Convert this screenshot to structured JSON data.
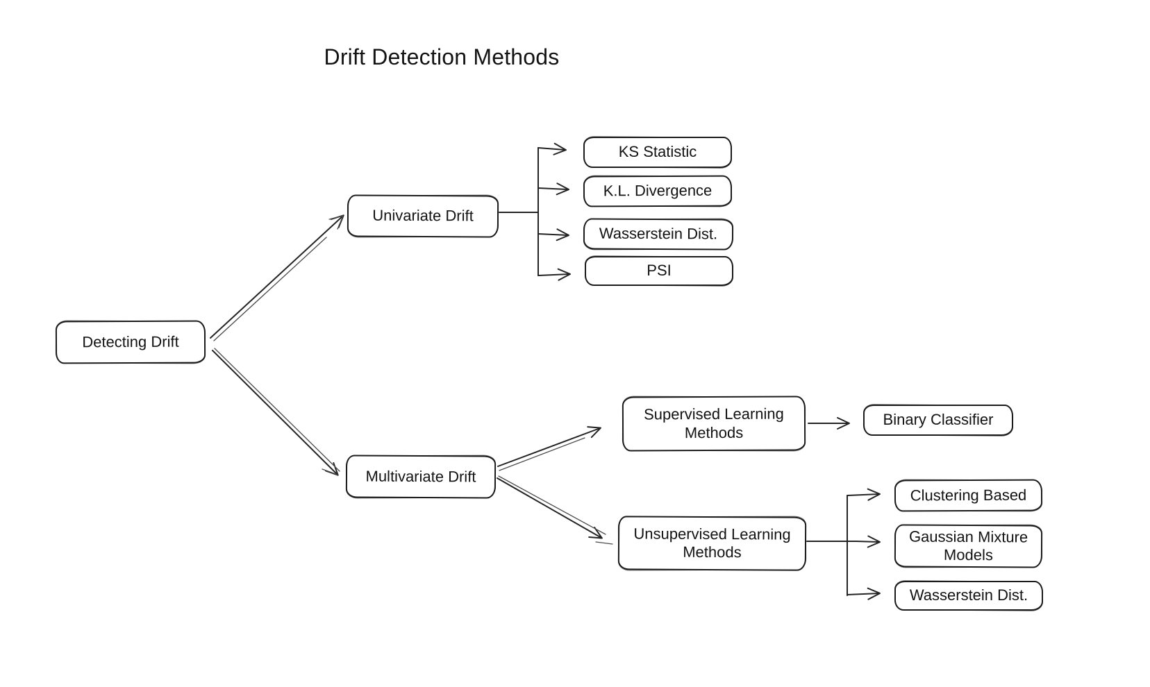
{
  "title": "Drift Detection Methods",
  "diagram_type": "flowchart-tree",
  "colors": {
    "background": "#ffffff",
    "stroke": "#1c1c1c",
    "text": "#121212"
  },
  "nodes": {
    "detecting_drift": {
      "label": "Detecting Drift"
    },
    "univariate_drift": {
      "label": "Univariate Drift"
    },
    "ks_statistic": {
      "label": "KS Statistic"
    },
    "kl_divergence": {
      "label": "K.L. Divergence"
    },
    "wasserstein_univariate": {
      "label": "Wasserstein Dist."
    },
    "psi": {
      "label": "PSI"
    },
    "multivariate_drift": {
      "label": "Multivariate Drift"
    },
    "supervised_learning": {
      "label": "Supervised Learning Methods"
    },
    "binary_classifier": {
      "label": "Binary Classifier"
    },
    "unsupervised_learning": {
      "label": "Unsupervised Learning Methods"
    },
    "clustering_based": {
      "label": "Clustering Based"
    },
    "gaussian_mixture": {
      "label": "Gaussian Mixture Models"
    },
    "wasserstein_multivariate": {
      "label": "Wasserstein Dist."
    }
  },
  "edges": [
    {
      "from": "Detecting Drift",
      "to": "Univariate Drift"
    },
    {
      "from": "Detecting Drift",
      "to": "Multivariate Drift"
    },
    {
      "from": "Univariate Drift",
      "to": "KS Statistic"
    },
    {
      "from": "Univariate Drift",
      "to": "K.L. Divergence"
    },
    {
      "from": "Univariate Drift",
      "to": "Wasserstein Dist."
    },
    {
      "from": "Univariate Drift",
      "to": "PSI"
    },
    {
      "from": "Multivariate Drift",
      "to": "Supervised Learning Methods"
    },
    {
      "from": "Multivariate Drift",
      "to": "Unsupervised Learning Methods"
    },
    {
      "from": "Supervised Learning Methods",
      "to": "Binary Classifier"
    },
    {
      "from": "Unsupervised Learning Methods",
      "to": "Clustering Based"
    },
    {
      "from": "Unsupervised Learning Methods",
      "to": "Gaussian Mixture Models"
    },
    {
      "from": "Unsupervised Learning Methods",
      "to": "Wasserstein Dist."
    }
  ]
}
